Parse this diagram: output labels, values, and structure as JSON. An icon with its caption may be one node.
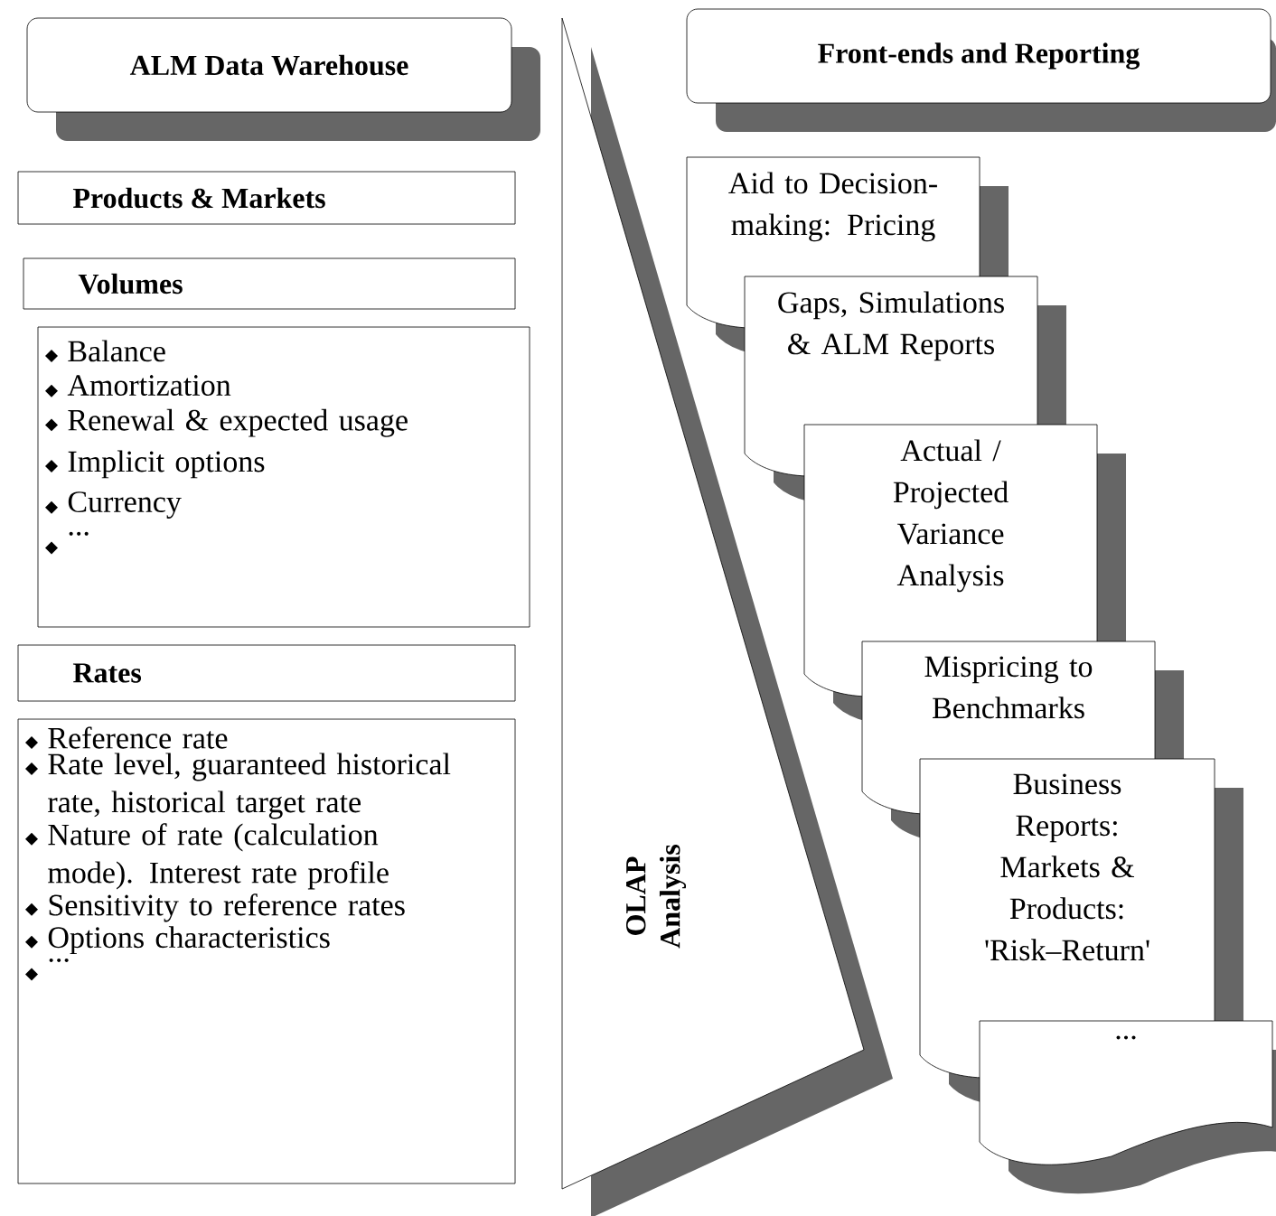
{
  "diagram": {
    "nodes": [
      {
        "text": [
          "ALM Data Warehouse"
        ]
      },
      {
        "text": [
          "Products & Markets"
        ]
      },
      {
        "text": [
          "Volumes"
        ]
      },
      {
        "text": [
          "Balance",
          "Amortization",
          "Renewal & expected usage",
          "Implicit options",
          "Currency",
          "..."
        ]
      },
      {
        "text": [
          "Rates"
        ]
      },
      {
        "text": [
          "Reference rate",
          "Rate level, guaranteed historical rate, historical target rate",
          "Nature of rate  (calculation mode). Interest rate profile",
          "Sensitivity to reference rates",
          "Options characteristics",
          "..."
        ]
      },
      {
        "text": [
          "OLAP Analysis"
        ]
      },
      {
        "text": [
          "Front-ends and Reporting"
        ]
      },
      {
        "text": [
          "Aid to Decision-making: Pricing"
        ]
      },
      {
        "text": [
          "Gaps, Simulations & ALM Reports"
        ]
      },
      {
        "text": [
          "Actual / Projected Variance Analysis"
        ]
      },
      {
        "text": [
          "Mispricing to Benchmarks"
        ]
      },
      {
        "text": [
          "Business Reports: Markets & Products: 'Risk–Return'"
        ]
      },
      {
        "text": [
          "..."
        ]
      }
    ]
  }
}
